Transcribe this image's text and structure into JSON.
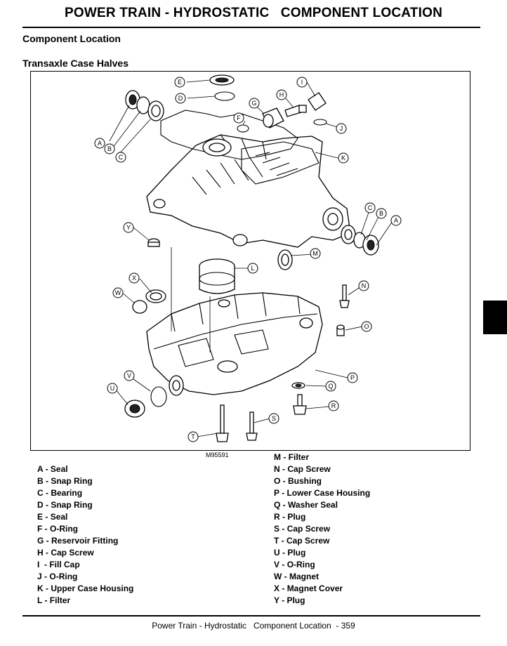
{
  "header": {
    "title": "POWER TRAIN - HYDROSTATIC   COMPONENT LOCATION"
  },
  "section_title": "Component Location",
  "sub_title": "Transaxle Case Halves",
  "figure": {
    "id": "M95591",
    "callouts": [
      "E",
      "D",
      "I",
      "H",
      "G",
      "F",
      "J",
      "A",
      "B",
      "C",
      "K",
      "C",
      "B",
      "A",
      "Y",
      "M",
      "L",
      "X",
      "W",
      "N",
      "O",
      "V",
      "P",
      "U",
      "Q",
      "R",
      "S",
      "T"
    ]
  },
  "legend_left": [
    {
      "letter": "A",
      "sep": " - ",
      "name": "Seal"
    },
    {
      "letter": "B",
      "sep": " - ",
      "name": "Snap Ring"
    },
    {
      "letter": "C",
      "sep": " - ",
      "name": "Bearing"
    },
    {
      "letter": "D",
      "sep": " - ",
      "name": "Snap Ring"
    },
    {
      "letter": "E",
      "sep": " - ",
      "name": "Seal"
    },
    {
      "letter": "F",
      "sep": " - ",
      "name": "O-Ring"
    },
    {
      "letter": "G",
      "sep": " - ",
      "name": "Reservoir Fitting"
    },
    {
      "letter": "H",
      "sep": " - ",
      "name": "Cap Screw"
    },
    {
      "letter": "I",
      "sep": "  - ",
      "name": "Fill Cap"
    },
    {
      "letter": "J",
      "sep": " - ",
      "name": "O-Ring"
    },
    {
      "letter": "K",
      "sep": " - ",
      "name": "Upper Case Housing"
    },
    {
      "letter": "L",
      "sep": " - ",
      "name": "Filter"
    }
  ],
  "legend_right": [
    {
      "letter": "M",
      "sep": " - ",
      "name": "Filter"
    },
    {
      "letter": "N",
      "sep": " - ",
      "name": "Cap Screw"
    },
    {
      "letter": "O",
      "sep": " - ",
      "name": "Bushing"
    },
    {
      "letter": "P",
      "sep": " - ",
      "name": "Lower Case Housing"
    },
    {
      "letter": "Q",
      "sep": " - ",
      "name": "Washer Seal"
    },
    {
      "letter": "R",
      "sep": " - ",
      "name": "Plug"
    },
    {
      "letter": "S",
      "sep": " - ",
      "name": "Cap Screw"
    },
    {
      "letter": "T",
      "sep": " - ",
      "name": "Cap Screw"
    },
    {
      "letter": "U",
      "sep": " - ",
      "name": "Plug"
    },
    {
      "letter": "V",
      "sep": " - ",
      "name": "O-Ring"
    },
    {
      "letter": "W",
      "sep": " - ",
      "name": "Magnet"
    },
    {
      "letter": "X",
      "sep": " - ",
      "name": "Magnet Cover"
    },
    {
      "letter": "Y",
      "sep": " - ",
      "name": "Plug"
    }
  ],
  "footer": {
    "text": "Power Train - Hydrostatic   Component Location  - 359"
  }
}
